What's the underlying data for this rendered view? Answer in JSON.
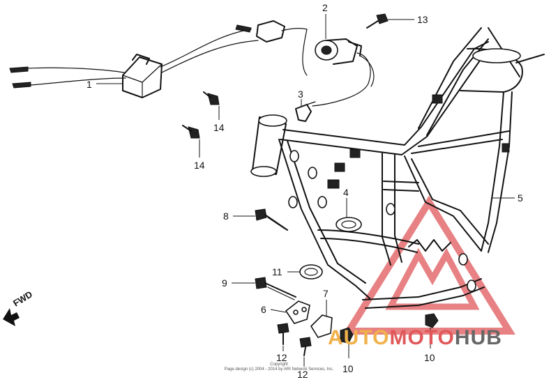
{
  "callouts": [
    {
      "id": "1",
      "text": "1"
    },
    {
      "id": "2",
      "text": "2"
    },
    {
      "id": "3",
      "text": "3"
    },
    {
      "id": "4",
      "text": "4"
    },
    {
      "id": "5",
      "text": "5"
    },
    {
      "id": "6",
      "text": "6"
    },
    {
      "id": "7",
      "text": "7"
    },
    {
      "id": "8",
      "text": "8"
    },
    {
      "id": "9",
      "text": "9"
    },
    {
      "id": "10a",
      "text": "10"
    },
    {
      "id": "10b",
      "text": "10"
    },
    {
      "id": "11",
      "text": "11"
    },
    {
      "id": "12a",
      "text": "12"
    },
    {
      "id": "12b",
      "text": "12"
    },
    {
      "id": "13",
      "text": "13"
    },
    {
      "id": "14a",
      "text": "14"
    },
    {
      "id": "14b",
      "text": "14"
    }
  ],
  "direction_label": "FWD",
  "copyright": {
    "line1": "Copyright",
    "line2": "Page design (c) 2004 - 2014 by ARI Network Services, Inc."
  },
  "watermark": {
    "part1": "AUTO",
    "part2": "MOTO",
    "part3": "HUB",
    "colors": {
      "auto": "#f1b14a",
      "moto": "#e0585a",
      "hub": "#666666"
    }
  }
}
